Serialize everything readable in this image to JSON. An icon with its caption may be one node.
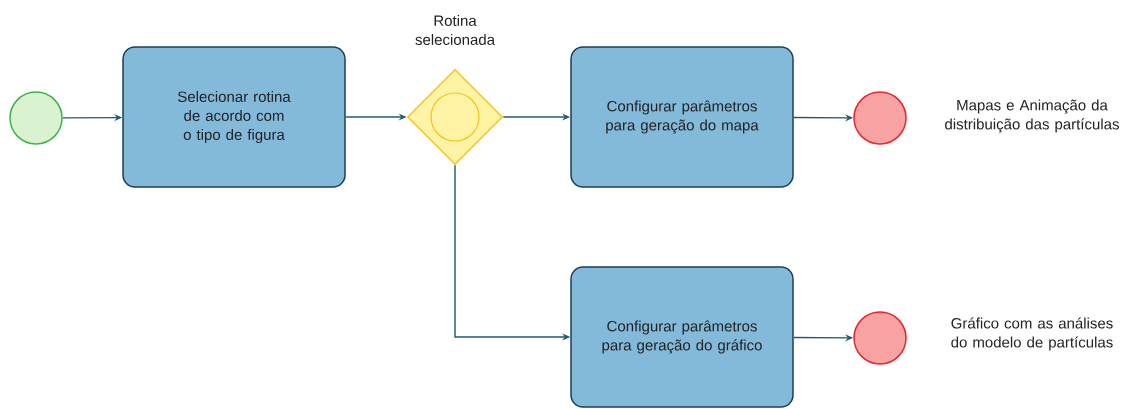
{
  "diagram": {
    "nodes": [
      {
        "text": [],
        "shape": "circle"
      },
      {
        "text": [
          "Selecionar rotina de acordo com o tipo de figura"
        ]
      },
      {
        "text": [],
        "shape": "diamond",
        "beside": [
          "Rotina selecionada"
        ]
      },
      {
        "text": [
          "Configurar parâmetros para geração do mapa"
        ]
      },
      {
        "text": [],
        "shape": "circle",
        "beside": [
          "Mapas e Animação da distribuição das partículas"
        ]
      },
      {
        "text": [
          "Configurar parâmetros para geração do gráfico"
        ]
      },
      {
        "text": [],
        "shape": "circle",
        "beside": [
          "Gráfico com as análises do modelo de partículas"
        ]
      }
    ],
    "edges": [
      {
        "from": 0,
        "to": 1,
        "arrow": "to"
      },
      {
        "from": 1,
        "to": 2,
        "arrow": "to"
      },
      {
        "from": 2,
        "to": 3,
        "arrow": "to"
      },
      {
        "from": 3,
        "to": 4,
        "arrow": "to"
      },
      {
        "from": 2,
        "to": 5,
        "arrow": "to"
      },
      {
        "from": 5,
        "to": 6,
        "arrow": "to"
      }
    ]
  }
}
